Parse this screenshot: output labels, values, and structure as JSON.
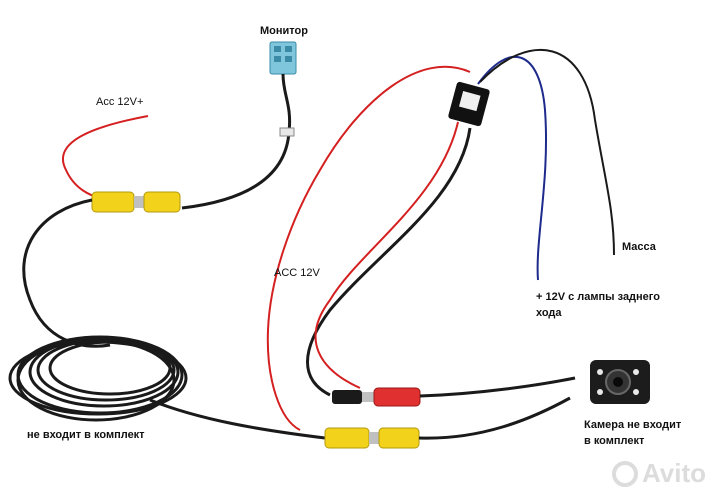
{
  "labels": {
    "monitor": "Монитор",
    "acc_top": "Acc 12V+",
    "acc_mid": "ACC 12V",
    "ground": "Масса",
    "reverse_line1": "+ 12V с лампы заднего",
    "reverse_line2": "хода",
    "cable_not_included": "не входит в комплект",
    "camera_line1": "Камера не входит",
    "camera_line2": "в комплект"
  },
  "watermark": "Avito",
  "colors": {
    "wire_black": "#1a1a1a",
    "wire_red": "#d42020",
    "wire_blue": "#1e2a8c",
    "rca_yellow": "#f2d21a",
    "rca_red": "#e03030",
    "connector_blue": "#7fc6dd"
  }
}
